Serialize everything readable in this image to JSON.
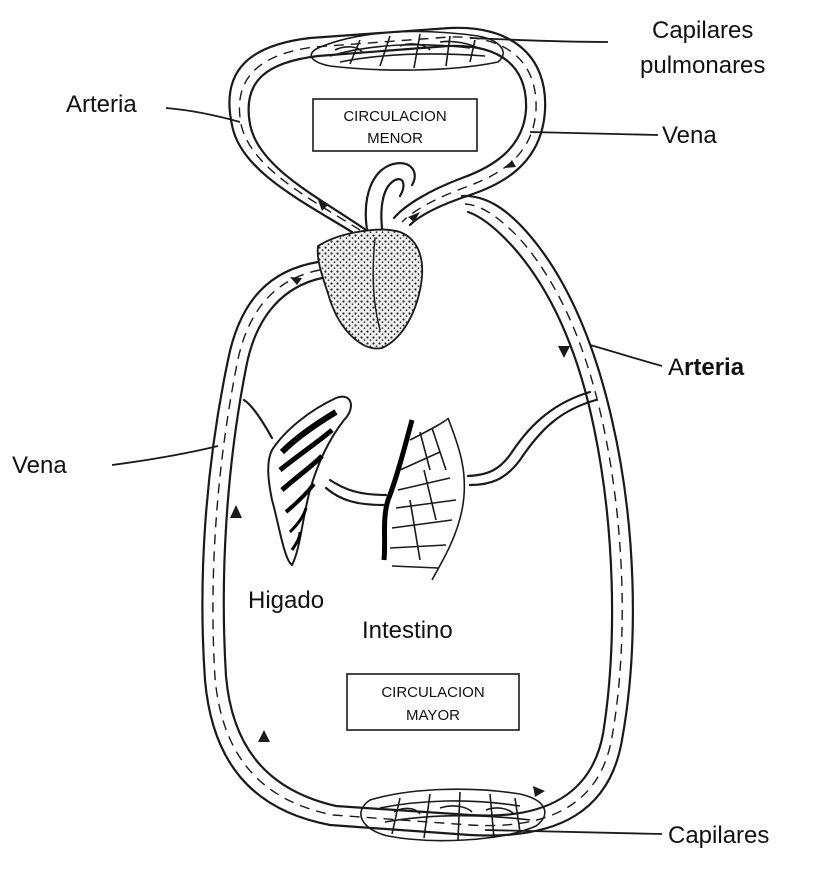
{
  "labels": {
    "capilares_pulmonares_line1": "Capilares",
    "capilares_pulmonares_line2": "pulmonares",
    "arteria_top": "Arteria",
    "vena_top": "Vena",
    "arteria_right_first": "A",
    "arteria_right_rest": "rteria",
    "vena_left": "Vena",
    "higado": "Higado",
    "intestino": "Intestino",
    "capilares_bottom": "Capilares"
  },
  "boxes": {
    "menor_line1": "CIRCULACION",
    "menor_line2": "MENOR",
    "mayor_line1": "CIRCULACION",
    "mayor_line2": "MAYOR"
  },
  "colors": {
    "ink": "#1a1a1a",
    "background": "#ffffff"
  }
}
